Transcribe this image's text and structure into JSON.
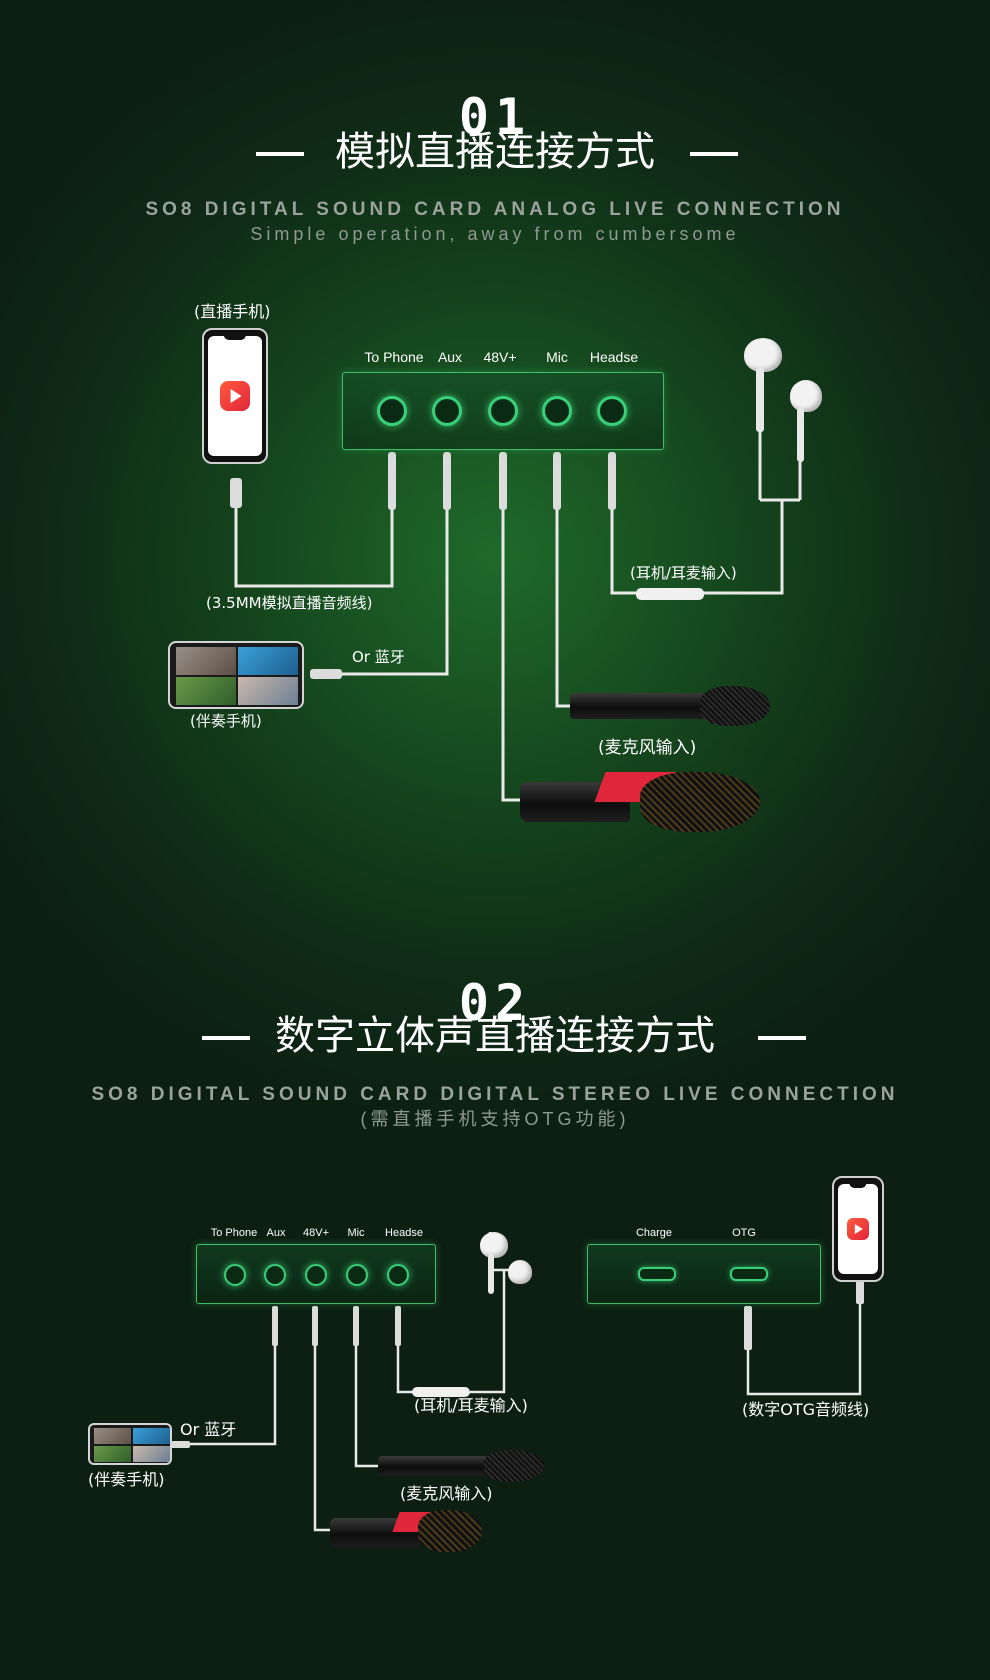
{
  "section1": {
    "number": "01",
    "title": "模拟直播连接方式",
    "subtitle_en": "SO8 DIGITAL SOUND CARD ANALOG LIVE CONNECTION",
    "subtitle_en2": "Simple operation, away from cumbersome",
    "ports": [
      "To Phone",
      "Aux",
      "48V+",
      "Mic",
      "Headse"
    ],
    "labels": {
      "live_phone": "(直播手机)",
      "cable": "(3.5MM模拟直播音频线)",
      "bluetooth": "Or 蓝牙",
      "accomp_phone": "(伴奏手机)",
      "headset_in": "(耳机/耳麦输入)",
      "mic_in": "(麦克风输入)"
    }
  },
  "section2": {
    "number": "02",
    "title": "数字立体声直播连接方式",
    "subtitle_en": "SO8 DIGITAL SOUND CARD DIGITAL STEREO LIVE CONNECTION",
    "subtitle_note": "(需直播手机支持OTG功能)",
    "ports": [
      "To Phone",
      "Aux",
      "48V+",
      "Mic",
      "Headse"
    ],
    "usb_ports": [
      "Charge",
      "OTG"
    ],
    "labels": {
      "bluetooth": "Or 蓝牙",
      "accomp_phone": "(伴奏手机)",
      "headset_in": "(耳机/耳麦输入)",
      "mic_in": "(麦克风输入)",
      "otg_cable": "(数字OTG音频线)"
    }
  },
  "colors": {
    "accent_green": "#39d07a",
    "wire": "#e9e9e9",
    "app_red": "#e0263a"
  },
  "icons": [
    "live-app-icon",
    "earphones-icon",
    "microphone-icon",
    "condenser-mic-icon",
    "phone-icon"
  ]
}
